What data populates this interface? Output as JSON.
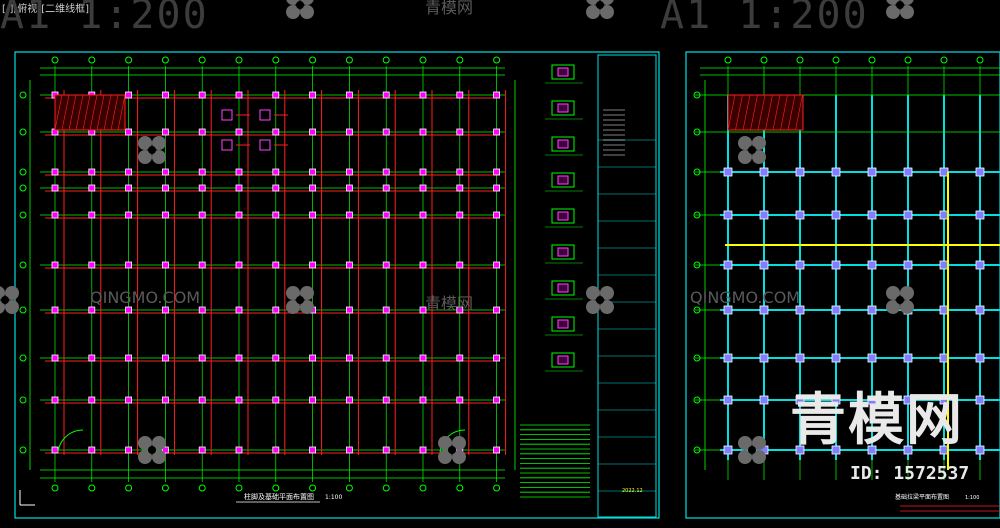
{
  "app": {
    "tag": "[-][俯视][二维线框]"
  },
  "scale_text": [
    "A1 1:200",
    "A1 1:200"
  ],
  "watermarks": {
    "latin": "QINGMO.COM",
    "cn": "青模网"
  },
  "brand": {
    "big_cn": "青模网",
    "id_label": "ID: 1572537"
  },
  "sheets": {
    "left_title": "柱脚及基础平面布置图",
    "right_title": "基础拉梁平面布置图",
    "scale": "1:100",
    "table_date": "2022.12"
  },
  "colors": {
    "bg": "#000000",
    "grid": "#00ff00",
    "beam": "#ff2020",
    "frame": "#00e0e0",
    "detail": "#ff40ff",
    "text": "#ffffff",
    "highlight": "#ffff00"
  },
  "icons": [
    "clover-logo-icon",
    "ucs-icon"
  ]
}
